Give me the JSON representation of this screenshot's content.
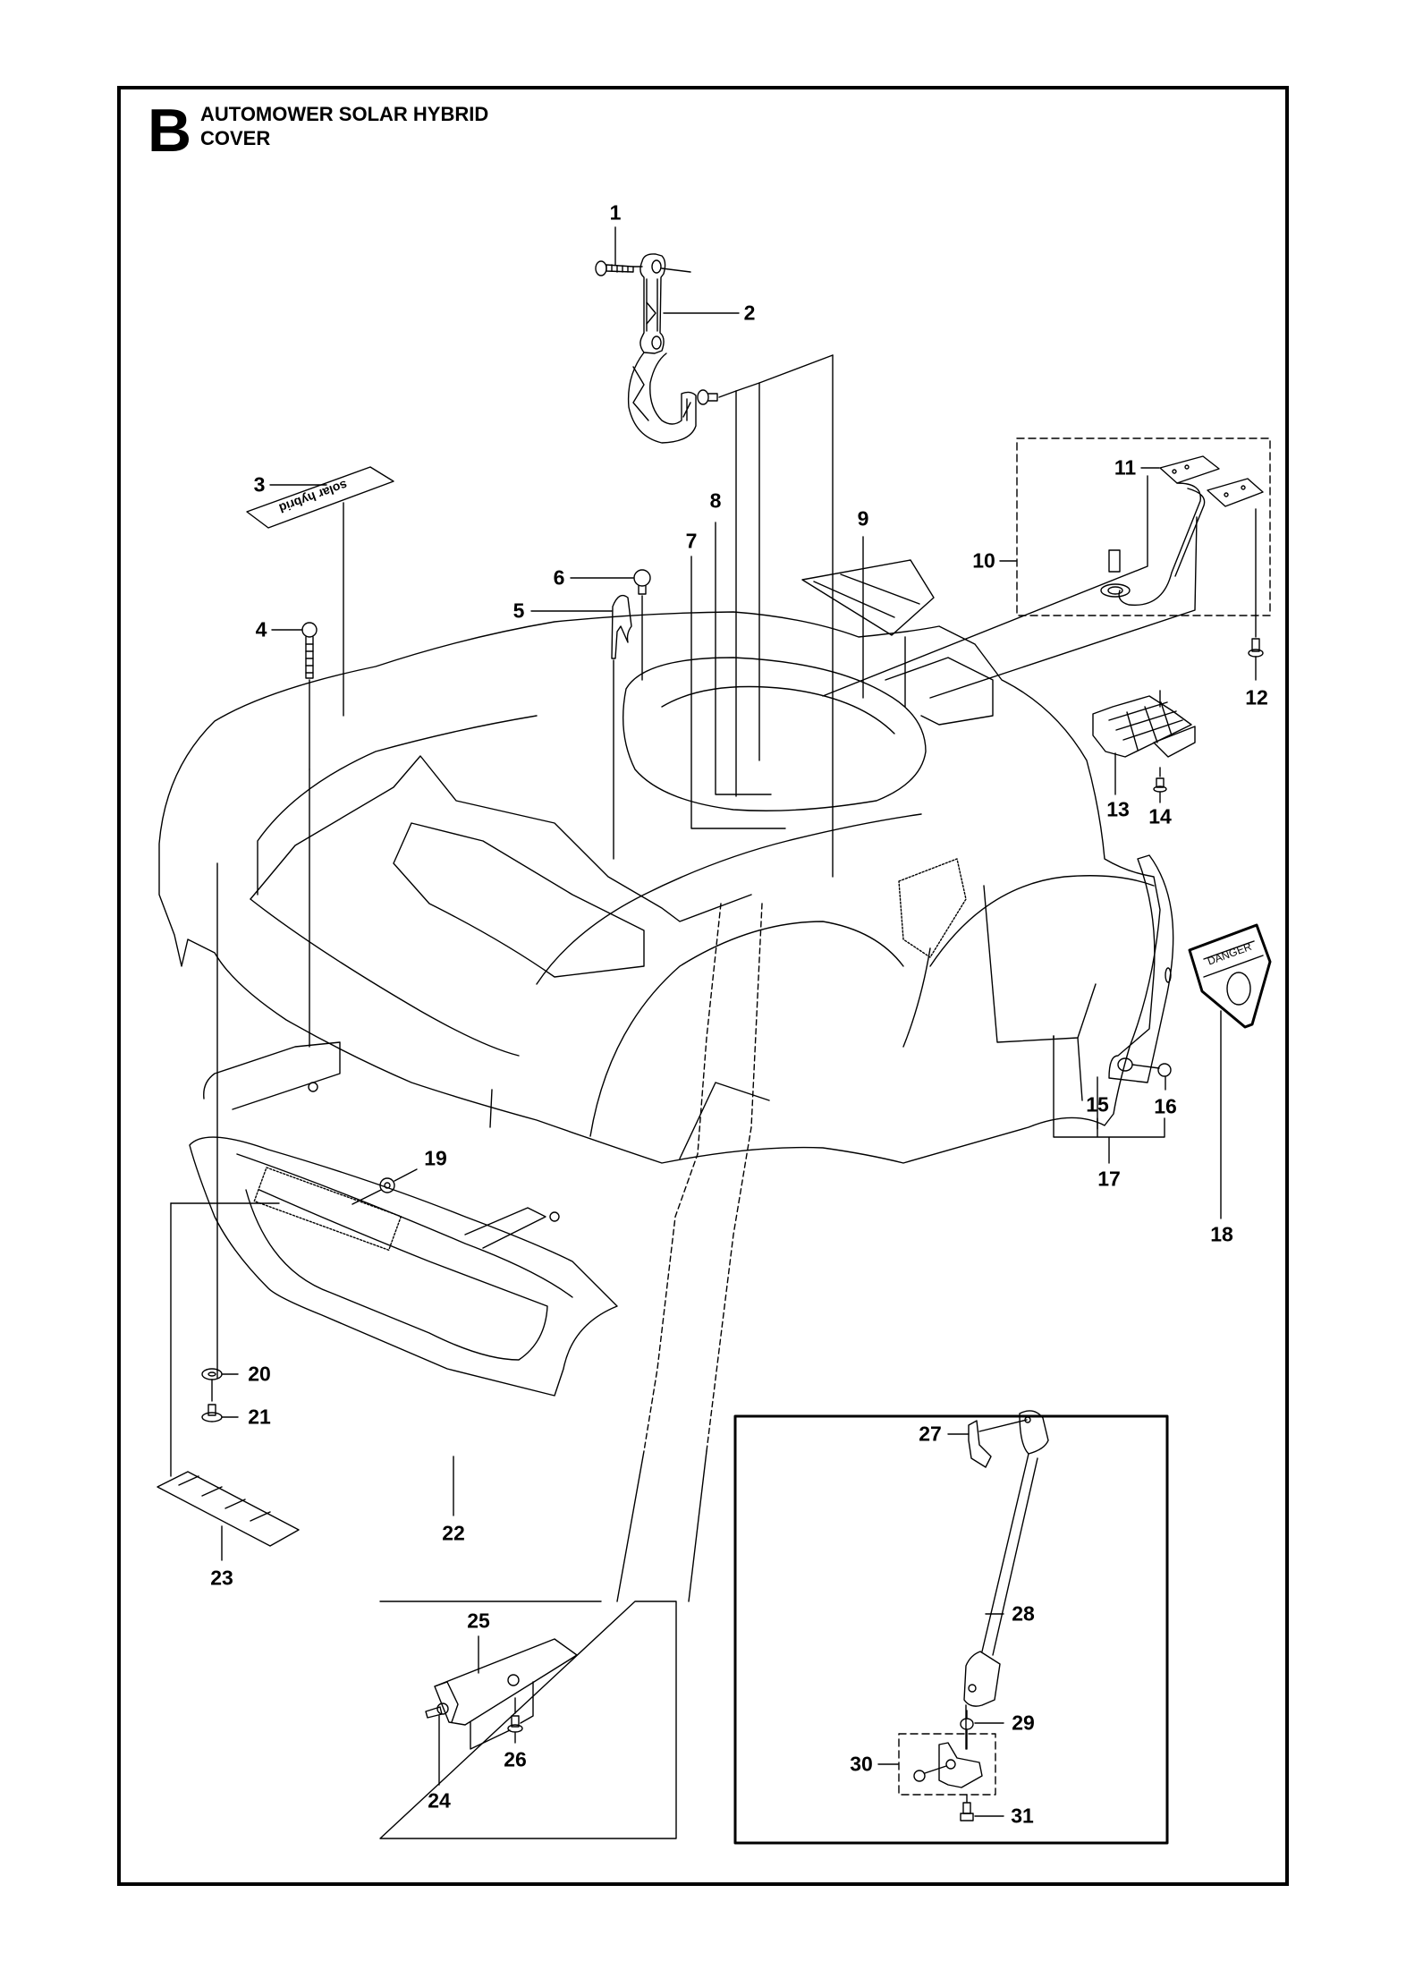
{
  "page": {
    "section_letter": "B",
    "title_line1": "AUTOMOWER SOLAR HYBRID",
    "title_line2": "COVER"
  },
  "decals": {
    "solar_hybrid_text": "solar hybrid",
    "danger_text": "DANGER"
  },
  "callouts": [
    {
      "id": "1",
      "label": "1"
    },
    {
      "id": "2",
      "label": "2"
    },
    {
      "id": "3",
      "label": "3"
    },
    {
      "id": "4",
      "label": "4"
    },
    {
      "id": "5",
      "label": "5"
    },
    {
      "id": "6",
      "label": "6"
    },
    {
      "id": "7",
      "label": "7"
    },
    {
      "id": "8",
      "label": "8"
    },
    {
      "id": "9",
      "label": "9"
    },
    {
      "id": "10",
      "label": "10"
    },
    {
      "id": "11",
      "label": "11"
    },
    {
      "id": "12",
      "label": "12"
    },
    {
      "id": "13",
      "label": "13"
    },
    {
      "id": "14",
      "label": "14"
    },
    {
      "id": "15",
      "label": "15"
    },
    {
      "id": "16",
      "label": "16"
    },
    {
      "id": "17",
      "label": "17"
    },
    {
      "id": "18",
      "label": "18"
    },
    {
      "id": "19",
      "label": "19"
    },
    {
      "id": "20",
      "label": "20"
    },
    {
      "id": "21",
      "label": "21"
    },
    {
      "id": "22",
      "label": "22"
    },
    {
      "id": "23",
      "label": "23"
    },
    {
      "id": "24",
      "label": "24"
    },
    {
      "id": "25",
      "label": "25"
    },
    {
      "id": "26",
      "label": "26"
    },
    {
      "id": "27",
      "label": "27"
    },
    {
      "id": "28",
      "label": "28"
    },
    {
      "id": "29",
      "label": "29"
    },
    {
      "id": "30",
      "label": "30"
    },
    {
      "id": "31",
      "label": "31"
    }
  ]
}
